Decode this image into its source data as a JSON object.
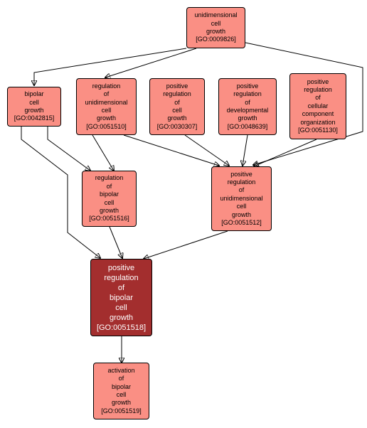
{
  "colors": {
    "node_fill": "#fa8f84",
    "focus_fill": "#a32e2e",
    "edge": "#000000"
  },
  "nodes": {
    "n0009826": {
      "lines": [
        "unidimensional",
        "cell",
        "growth",
        "[GO:0009826]"
      ]
    },
    "n0042815": {
      "lines": [
        "bipolar",
        "cell",
        "growth",
        "[GO:0042815]"
      ]
    },
    "n0051510": {
      "lines": [
        "regulation",
        "of",
        "unidimensional",
        "cell",
        "growth",
        "[GO:0051510]"
      ]
    },
    "n0030307": {
      "lines": [
        "positive",
        "regulation",
        "of",
        "cell",
        "growth",
        "[GO:0030307]"
      ]
    },
    "n0048639": {
      "lines": [
        "positive",
        "regulation",
        "of",
        "developmental",
        "growth",
        "[GO:0048639]"
      ]
    },
    "n0051130": {
      "lines": [
        "positive",
        "regulation",
        "of",
        "cellular",
        "component",
        "organization",
        "[GO:0051130]"
      ]
    },
    "n0051516": {
      "lines": [
        "regulation",
        "of",
        "bipolar",
        "cell",
        "growth",
        "[GO:0051516]"
      ]
    },
    "n0051512": {
      "lines": [
        "positive",
        "regulation",
        "of",
        "unidimensional",
        "cell",
        "growth",
        "[GO:0051512]"
      ]
    },
    "n0051518": {
      "lines": [
        "positive",
        "regulation",
        "of",
        "bipolar",
        "cell",
        "growth",
        "[GO:0051518]"
      ]
    },
    "n0051519": {
      "lines": [
        "activation",
        "of",
        "bipolar",
        "cell",
        "growth",
        "[GO:0051519]"
      ]
    }
  },
  "edges": [
    [
      "n0009826",
      "n0042815"
    ],
    [
      "n0009826",
      "n0051510"
    ],
    [
      "n0009826",
      "n0051512"
    ],
    [
      "n0042815",
      "n0051516"
    ],
    [
      "n0042815",
      "n0051518"
    ],
    [
      "n0051510",
      "n0051516"
    ],
    [
      "n0051510",
      "n0051512"
    ],
    [
      "n0030307",
      "n0051512"
    ],
    [
      "n0048639",
      "n0051512"
    ],
    [
      "n0051130",
      "n0051512"
    ],
    [
      "n0051516",
      "n0051518"
    ],
    [
      "n0051512",
      "n0051518"
    ],
    [
      "n0051518",
      "n0051519"
    ]
  ]
}
